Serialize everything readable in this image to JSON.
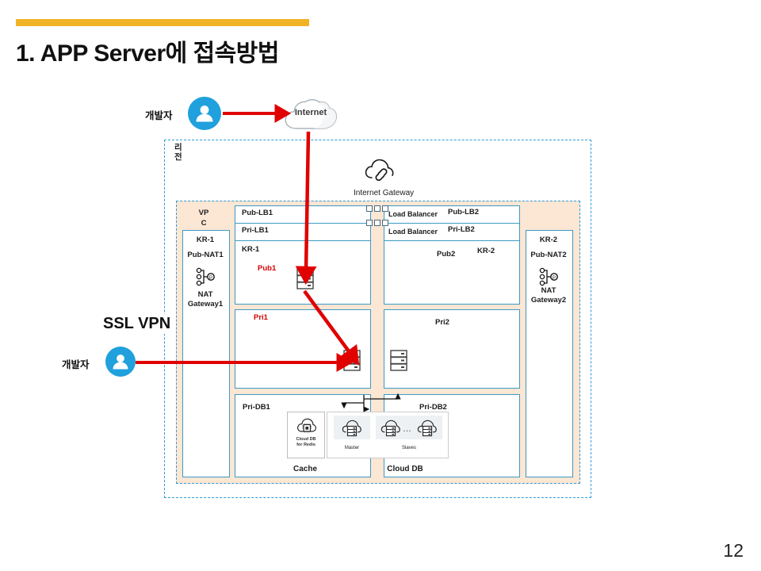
{
  "slide": {
    "title": "1. APP Server에 접속방법",
    "page_number": "12",
    "accent_color": "#F0B323"
  },
  "diagram": {
    "internet_cloud_label": "Internet",
    "developer_top_label": "개발자",
    "developer_bottom_label": "개발자",
    "ssl_vpn_label": "SSL VPN",
    "region_label_line1": "리",
    "region_label_line2": "전",
    "internet_gateway_label": "Internet Gateway",
    "vpc_label_line1": "VP",
    "vpc_label_line2": "C",
    "left_nat": {
      "zone": "KR-1",
      "subnet": "Pub-NAT1",
      "icon": "nat-gateway-icon",
      "name_line1": "NAT",
      "name_line2": "Gateway1"
    },
    "right_nat": {
      "zone": "KR-2",
      "subnet": "Pub-NAT2",
      "icon": "nat-gateway-icon",
      "name_line1": "NAT",
      "name_line2": "Gateway2"
    },
    "lb_rows": [
      {
        "left_label": "Pub-LB1",
        "right_kind": "Load Balancer",
        "right_label": "Pub-LB2"
      },
      {
        "left_label": "Pri-LB1",
        "right_kind": "Load Balancer",
        "right_label": "Pri-LB2"
      }
    ],
    "pub_row": {
      "left_zone": "KR-1",
      "left_subnet": "Pub1",
      "right_subnet": "Pub2",
      "right_zone": "KR-2",
      "left_server_icon": "server-rack-icon"
    },
    "pri_row": {
      "left_subnet": "Pri1",
      "right_subnet": "Pri2",
      "left_server_icon": "server-rack-icon",
      "right_server_icon": "server-rack-icon"
    },
    "db_row": {
      "left_subnet": "Pri-DB1",
      "right_subnet": "Pri-DB2",
      "cache": {
        "tile_label_line1": "Cloud DB",
        "tile_label_line2": "for Redis",
        "caption": "Cache",
        "icon": "cloud-db-redis-icon"
      },
      "clouddb": {
        "master_caption": "Master",
        "slaves_caption": "Slaves",
        "slaves_ellipsis": "…",
        "caption": "Cloud DB",
        "master_icon": "cloud-database-icon",
        "slave_icon": "cloud-database-icon"
      }
    }
  },
  "colors": {
    "accent_yellow": "#F0B323",
    "arrow_red": "#E00000",
    "dashed_blue": "#2E9BD6",
    "box_blue": "#3C9BC4",
    "vpc_peach": "#FCE6D4",
    "dev_blue": "#20A0DC",
    "label_red": "#D40000"
  }
}
